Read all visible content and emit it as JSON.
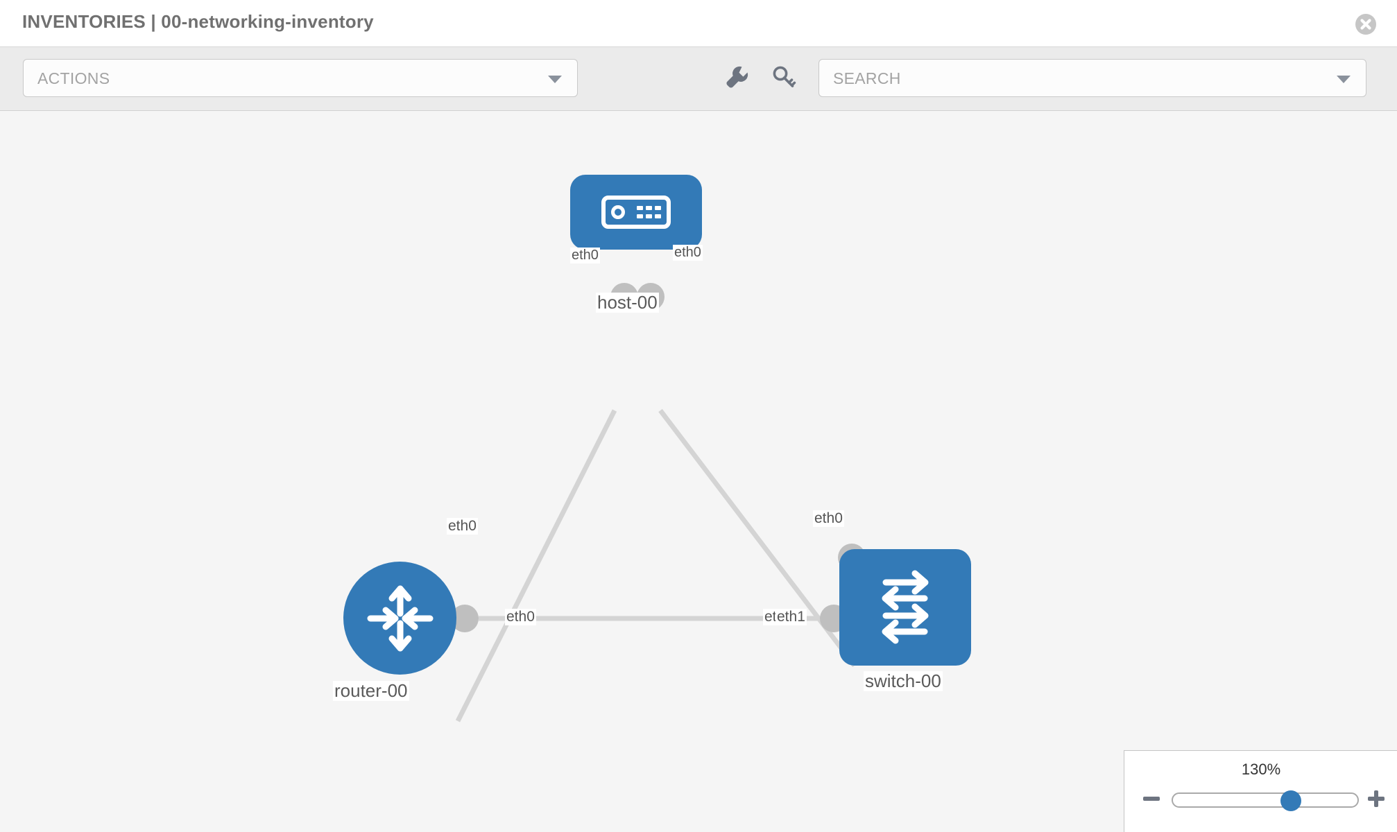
{
  "header": {
    "title": "INVENTORIES | 00-networking-inventory",
    "close_icon": "close-circle-icon"
  },
  "toolbar": {
    "actions_label": "ACTIONS",
    "actions_caret_icon": "chevron-down-icon",
    "wrench_icon": "wrench-icon",
    "key_icon": "key-icon",
    "search_placeholder": "SEARCH",
    "search_caret_icon": "chevron-down-icon"
  },
  "topology": {
    "accent_color": "#337ab7",
    "link_color": "#d4d4d4",
    "port_color": "#bfbfbf",
    "canvas_bg": "#f5f5f5",
    "nodes": [
      {
        "id": "host-00",
        "label": "host-00",
        "icon": "server-device-icon",
        "shape": "rounded-rect"
      },
      {
        "id": "router-00",
        "label": "router-00",
        "icon": "router-arrows-icon",
        "shape": "circle"
      },
      {
        "id": "switch-00",
        "label": "switch-00",
        "icon": "switch-arrows-icon",
        "shape": "rounded-rect"
      }
    ],
    "edge_labels": [
      {
        "id": "host-left",
        "text": "eth0"
      },
      {
        "id": "host-right",
        "text": "eth0"
      },
      {
        "id": "router-top",
        "text": "eth0"
      },
      {
        "id": "switch-top",
        "text": "eth0"
      },
      {
        "id": "router-right",
        "text": "eth0"
      },
      {
        "id": "switch-left-a",
        "text": "eth0"
      },
      {
        "id": "switch-left-b",
        "text": "eth1"
      }
    ]
  },
  "zoom": {
    "value": "130%",
    "minus_icon": "minus-icon",
    "plus_icon": "plus-icon"
  }
}
